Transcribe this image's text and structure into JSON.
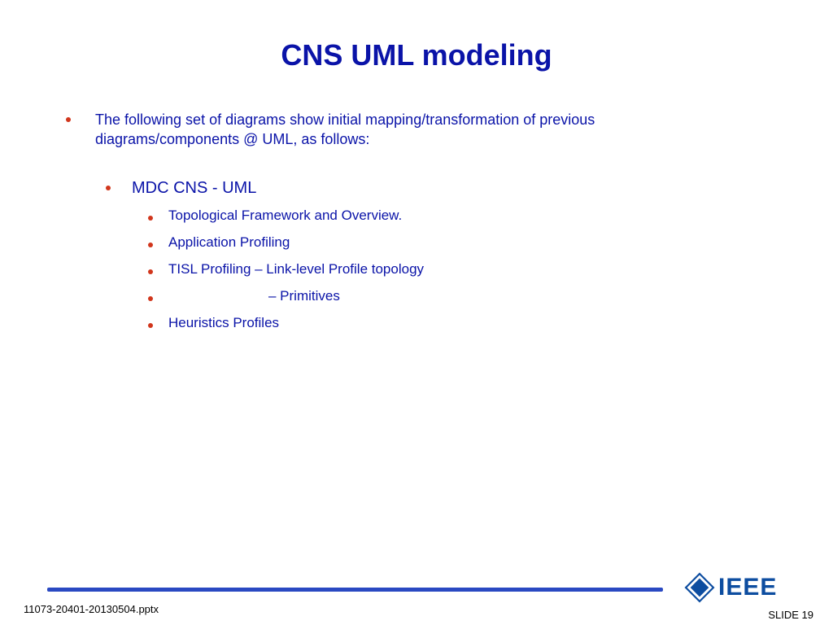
{
  "slide": {
    "title": "CNS UML modeling",
    "bullets": {
      "main": "The following set of diagrams show initial mapping/transformation of previous diagrams/components @ UML, as follows:",
      "level2": "MDC CNS - UML",
      "level3": [
        "Topological Framework and Overview.",
        "Application Profiling",
        "TISL Profiling – Link-level Profile topology",
        "– Primitives",
        "Heuristics Profiles"
      ]
    }
  },
  "footer": {
    "filename": "11073-20401-20130504.pptx",
    "slide_number": "SLIDE 19",
    "logo_text": "IEEE"
  },
  "colors": {
    "text": "#0a13a8",
    "bullet": "#d1361c",
    "rule": "#2a49c2",
    "logo": "#0d4da0"
  }
}
